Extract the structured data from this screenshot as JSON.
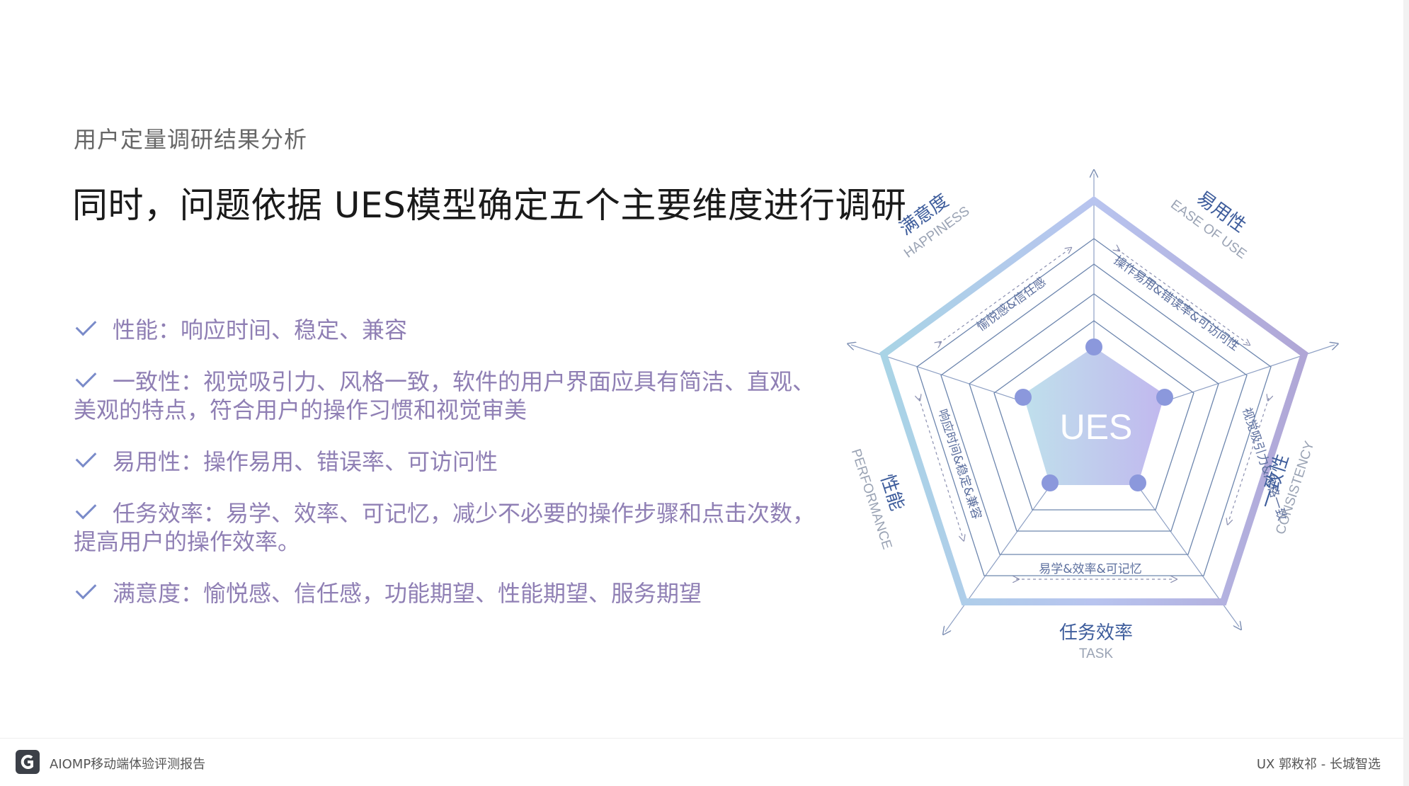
{
  "header": {
    "subtitle": "用户定量调研结果分析",
    "title": "同时，问题依据 UES模型确定五个主要维度进行调研"
  },
  "bullets": [
    {
      "text": "性能：响应时间、稳定、兼容"
    },
    {
      "text": "一致性：视觉吸引力、风格一致，软件的用户界面应具有简洁、直观、美观的特点，符合用户的操作习惯和视觉审美"
    },
    {
      "text": "易用性：操作易用、错误率、可访问性"
    },
    {
      "text": "任务效率：易学、效率、可记忆，减少不必要的操作步骤和点击次数，提高用户的操作效率。"
    },
    {
      "text": "满意度：愉悦感、信任感，功能期望、性能期望、服务期望"
    }
  ],
  "diagram": {
    "center_label": "UES",
    "dimensions": [
      {
        "cn": "满意度",
        "en": "HAPPINESS",
        "detail": "愉悦感&信任感"
      },
      {
        "cn": "易用性",
        "en": "EASE OF USE",
        "detail": "操作易用&错误率&可访问性"
      },
      {
        "cn": "一致性",
        "en": "CONSISTENCY",
        "detail": "视觉吸引力&风格一致"
      },
      {
        "cn": "任务效率",
        "en": "TASK",
        "detail": "易学&效率&可记忆"
      },
      {
        "cn": "性能",
        "en": "PERFORMANCE",
        "detail": "响应时间&稳定&兼容"
      }
    ],
    "colors": {
      "outer_start": "#a9d4e6",
      "outer_end": "#b0a6d6",
      "inner_grid": "#6d86ae",
      "center_fill_start": "#bfe0ec",
      "center_fill_end": "#c1b8ee",
      "dot": "#8b98dc",
      "label_cn": "#3e5d9c",
      "label_en": "#9aa3b4",
      "detail": "#5c6f9e"
    }
  },
  "footer": {
    "left": "AIOMP移动端体验评测报告",
    "right": "UX 郭敉祁 - 长城智选"
  }
}
